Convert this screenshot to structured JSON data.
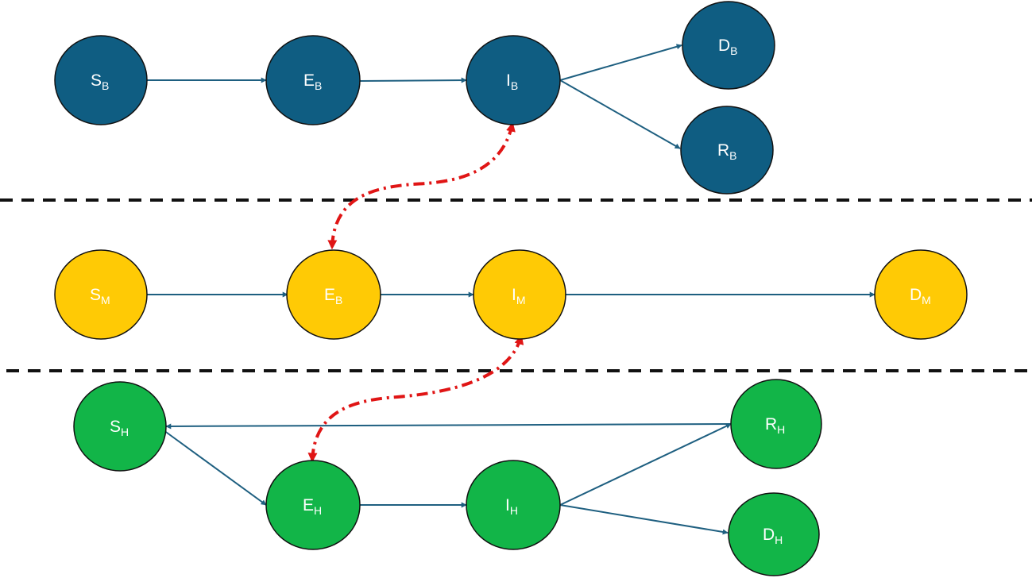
{
  "colors": {
    "bird": "#0f5d82",
    "mosquito": "#ffca05",
    "human": "#12b548",
    "edge": "#1e5f80",
    "node_outline": "#111111",
    "cross": "#e01515",
    "divider": "#111111"
  },
  "nodes": {
    "s_b": {
      "main": "S",
      "sub": "B"
    },
    "e_b": {
      "main": "E",
      "sub": "B"
    },
    "i_b": {
      "main": "I",
      "sub": "B"
    },
    "d_b": {
      "main": "D",
      "sub": "B"
    },
    "r_b": {
      "main": "R",
      "sub": "B"
    },
    "s_m": {
      "main": "S",
      "sub": "M"
    },
    "e_m": {
      "main": "E",
      "sub": "B"
    },
    "i_m": {
      "main": "I",
      "sub": "M"
    },
    "d_m": {
      "main": "D",
      "sub": "M"
    },
    "s_h": {
      "main": "S",
      "sub": "H"
    },
    "e_h": {
      "main": "E",
      "sub": "H"
    },
    "i_h": {
      "main": "I",
      "sub": "H"
    },
    "r_h": {
      "main": "R",
      "sub": "H"
    },
    "d_h": {
      "main": "D",
      "sub": "H"
    }
  }
}
